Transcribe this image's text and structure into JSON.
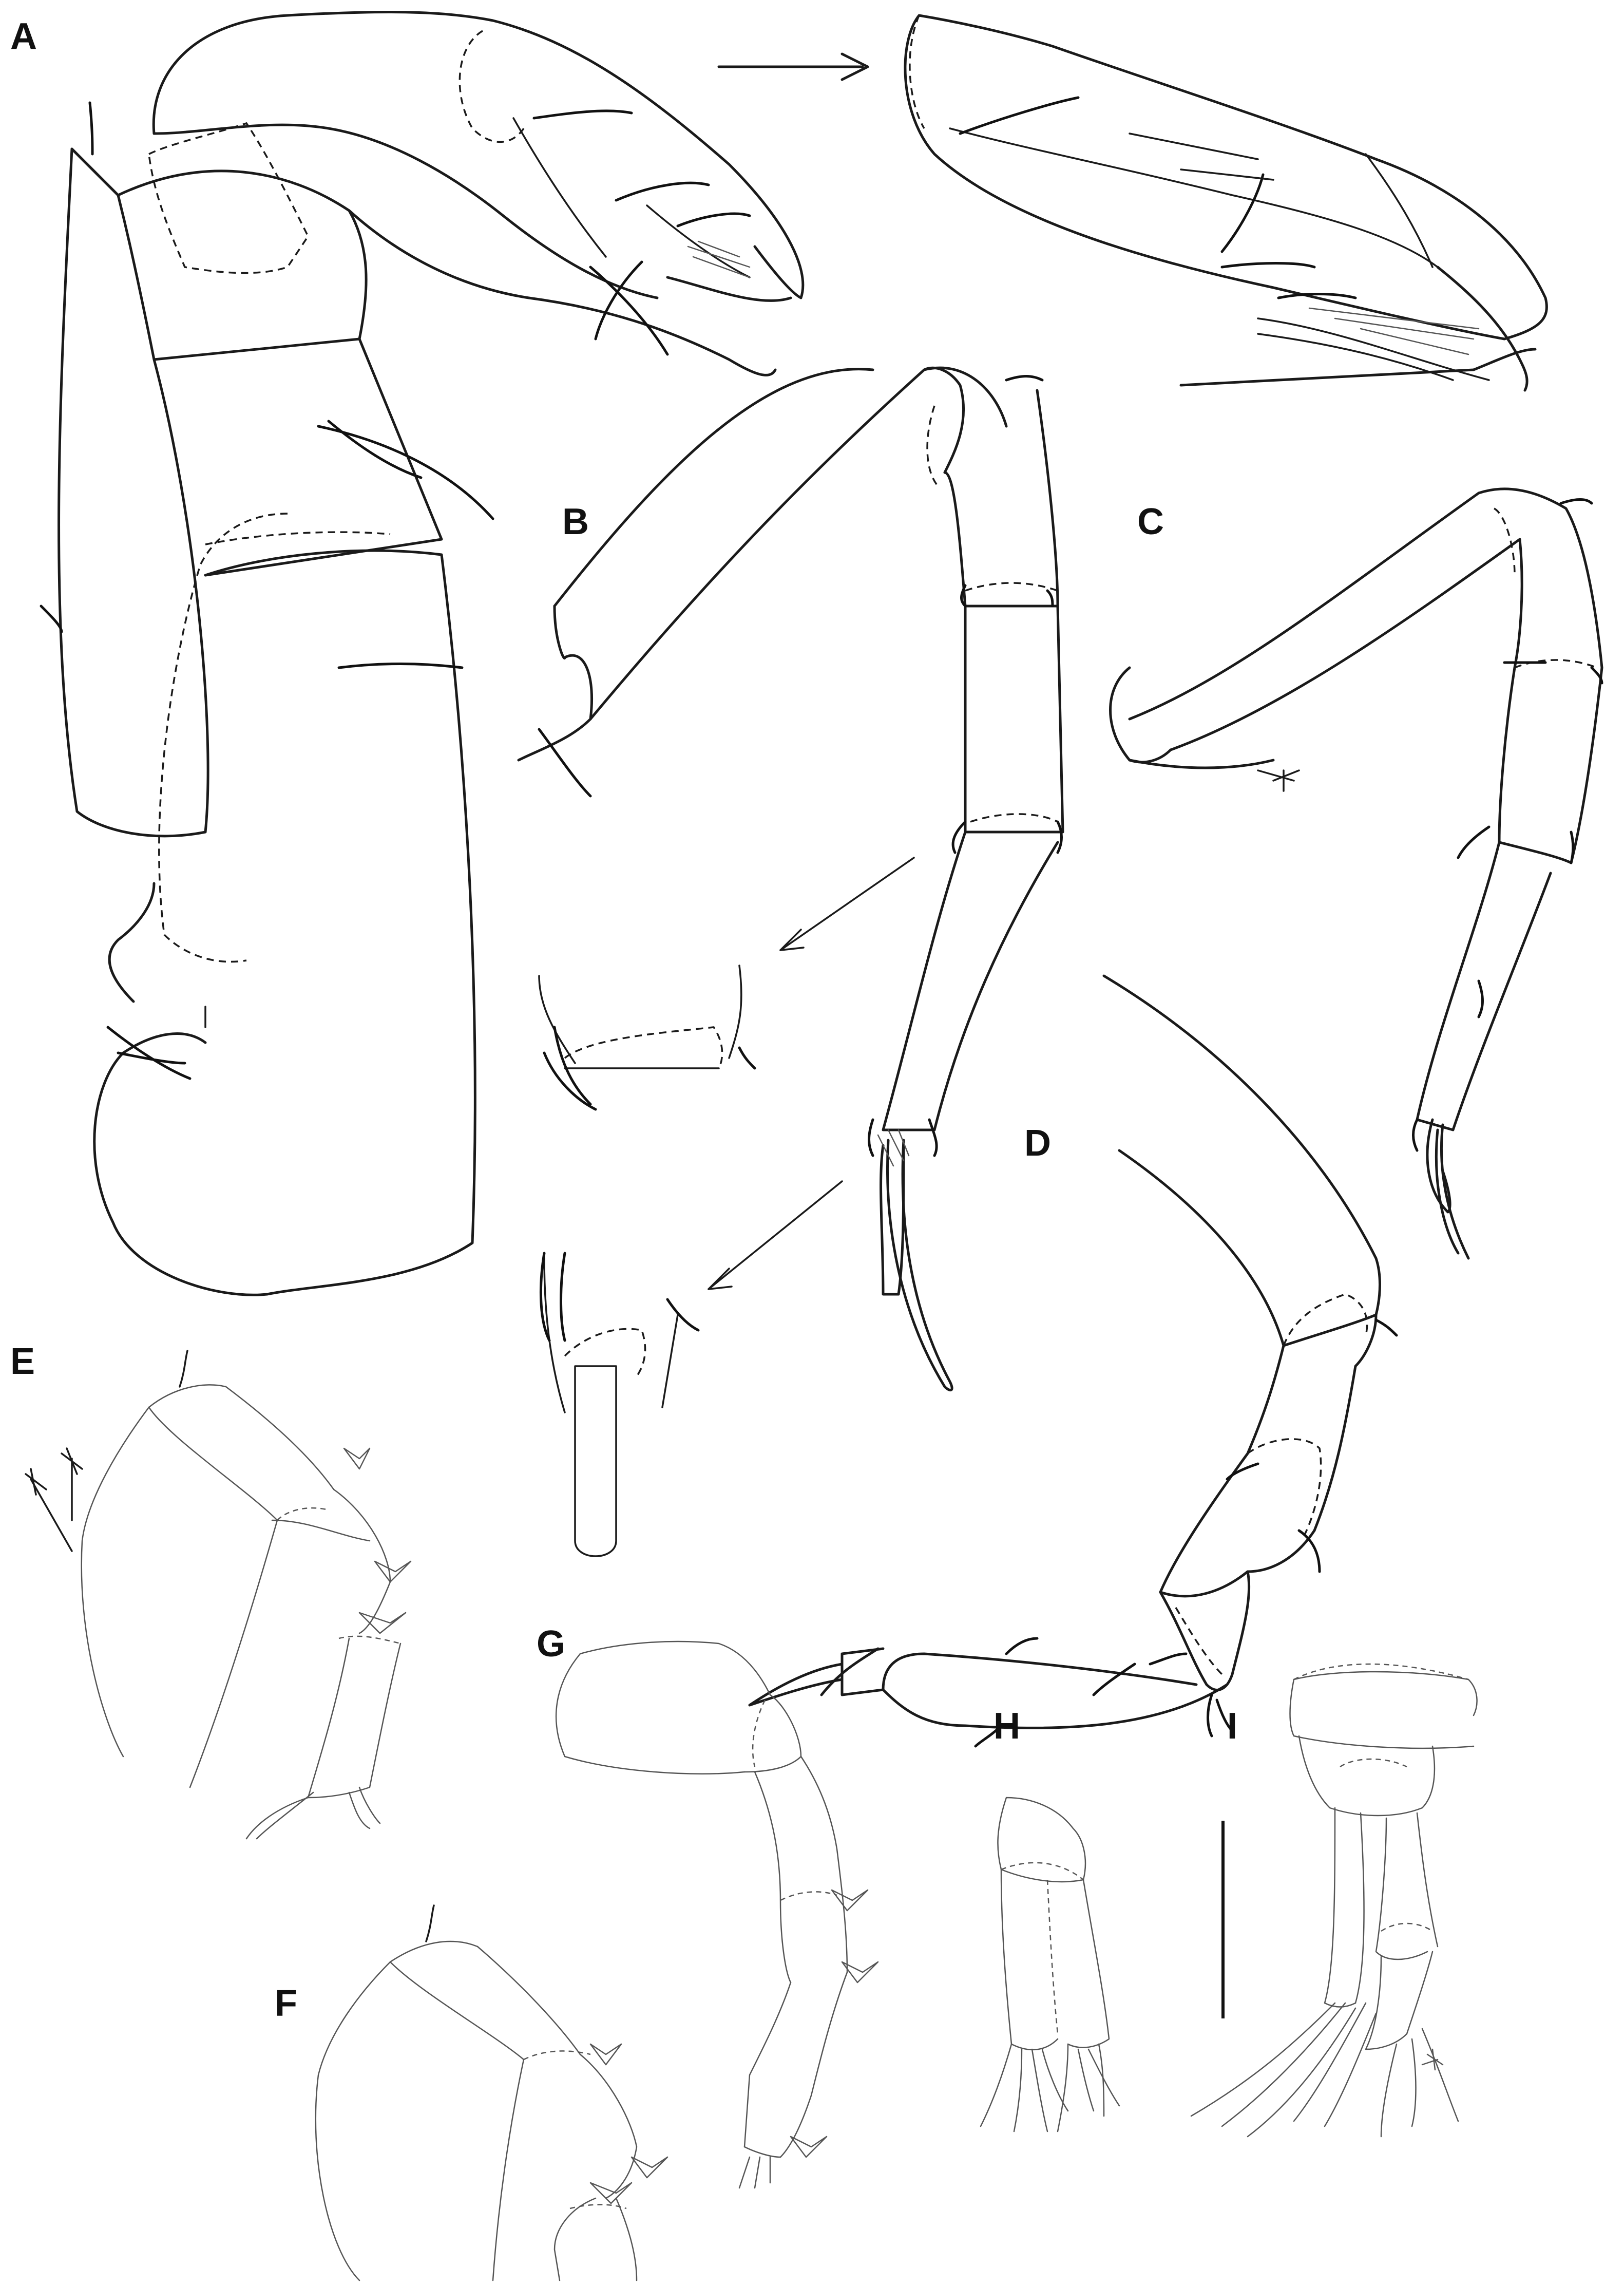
{
  "figure": {
    "panel_labels": [
      "A",
      "B",
      "C",
      "D",
      "E",
      "F",
      "G",
      "H",
      "I"
    ],
    "colors": {
      "ink": "#1a1a1a",
      "faint_ink": "#555555",
      "background": "#ffffff"
    }
  }
}
